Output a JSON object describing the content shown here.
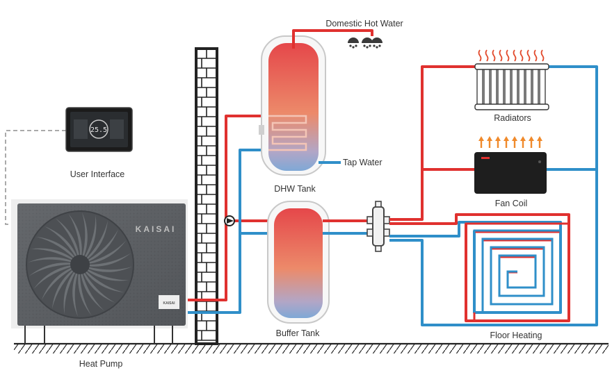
{
  "labels": {
    "domestic_hot_water": "Domestic Hot Water",
    "tap_water": "Tap Water",
    "dhw_tank": "DHW Tank",
    "buffer_tank": "Buffer Tank",
    "radiators": "Radiators",
    "fan_coil": "Fan Coil",
    "floor_heating": "Floor Heating",
    "user_interface": "User Interface",
    "heat_pump": "Heat Pump"
  },
  "heat_pump": {
    "brand": "KAISAI",
    "badge": "KAISAI"
  },
  "user_interface": {
    "display": "25.5"
  },
  "colors": {
    "hot": "#e0312f",
    "cold": "#2f8fc9",
    "wall": "#222222",
    "unit_body": "#5e6165",
    "heat_arrow": "#f08a2c"
  },
  "icons": [
    "shower-icon",
    "heat-arrow-icon",
    "pump-icon",
    "hydraulic-separator-icon"
  ]
}
